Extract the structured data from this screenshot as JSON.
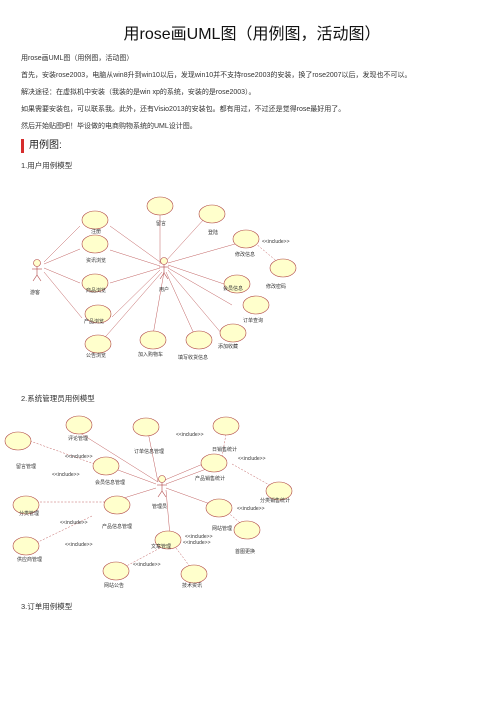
{
  "title": "用rose画UML图（用例图，活动图）",
  "paragraphs": [
    "用rose画UML图（用例图，活动图）",
    "首先，安装rose2003，电脑从win8升到win10以后，发现win10并不支持rose2003的安装，换了rose2007以后，发现也不可以。",
    "解决途径：在虚拟机中安装（我装的是win xp的系统，安装的是rose2003）。",
    "如果需要安装包，可以联系我。此外，还有Visio2013的安装包。都有用过，不过还是觉得rose最好用了。",
    "然后开始贴图吧！毕设做的电商购物系统的UML设计图。"
  ],
  "section_heading": "用例图:",
  "subtitles": [
    "1.用户用例模型",
    "2.系统管理员用例模型",
    "3.订单用例模型"
  ],
  "diagram1": {
    "actors": [
      "游客",
      "用户"
    ],
    "usecases": [
      "注册",
      "留言",
      "登陆",
      "资讯浏览",
      "修改信息",
      "修改密码",
      "商品浏览",
      "会员信息",
      "订单查询",
      "产品浏览",
      "添加收藏",
      "公告浏览",
      "加入购物车",
      "填写收货信息"
    ],
    "include_label": "<<include>>"
  },
  "diagram2": {
    "actors": [
      "管理员"
    ],
    "usecases": [
      "评论管理",
      "订单信息管理",
      "日销售统计",
      "留言管理",
      "会员信息管理",
      "产品销售统计",
      "分类销售统计",
      "分类管理",
      "产品信息管理",
      "网站管理",
      "供应商管理",
      "文章管理",
      "首图更换",
      "网站公告",
      "技术资讯"
    ],
    "include_label": "<<include>>"
  }
}
